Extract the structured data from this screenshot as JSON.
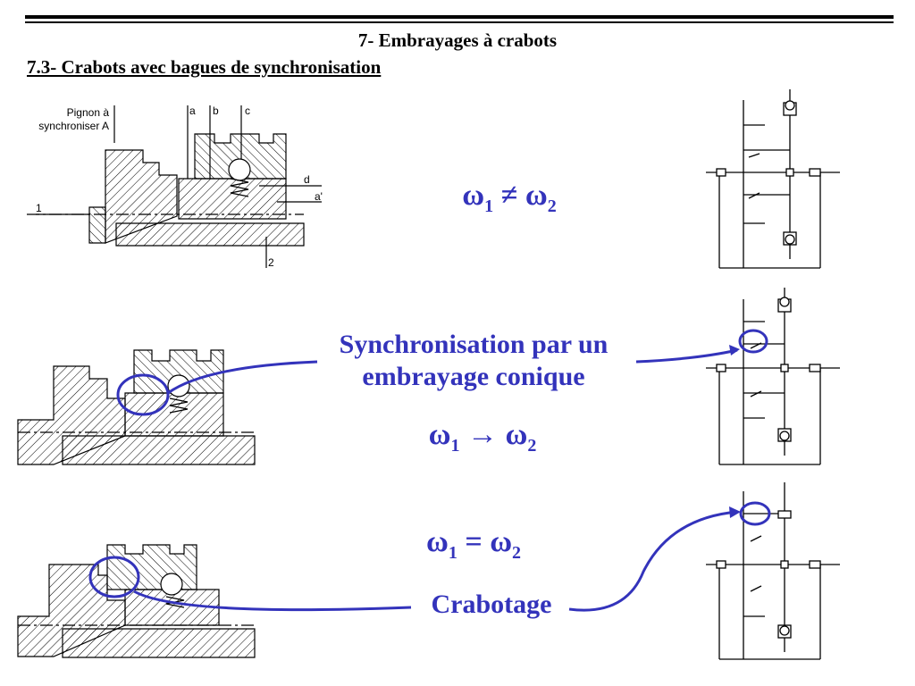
{
  "header": {
    "title": "7- Embrayages à crabots",
    "subtitle": "7.3- Crabots avec bagues de synchronisation"
  },
  "drawing_labels": {
    "pinion_line1": "Pignon à",
    "pinion_line2": "synchroniser A",
    "a": "a",
    "b": "b",
    "c": "c",
    "d": "d",
    "a_prime": "a'",
    "one": "1",
    "two": "2"
  },
  "formulas": {
    "f1_left": "ω",
    "f1_sub1": "1",
    "f1_op": " ≠ ",
    "f1_right": "ω",
    "f1_sub2": "2",
    "f2_left": "ω",
    "f2_sub1": "1",
    "f2_op": " → ",
    "f2_right": "ω",
    "f2_sub2": "2",
    "f3_left": "ω",
    "f3_sub1": "1",
    "f3_op": " = ",
    "f3_right": "ω",
    "f3_sub2": "2"
  },
  "annotations": {
    "sync_line1": "Synchronisation par un",
    "sync_line2": "embrayage conique",
    "crabotage": "Crabotage"
  },
  "colors": {
    "accent": "#3333bb",
    "ink": "#000000"
  }
}
